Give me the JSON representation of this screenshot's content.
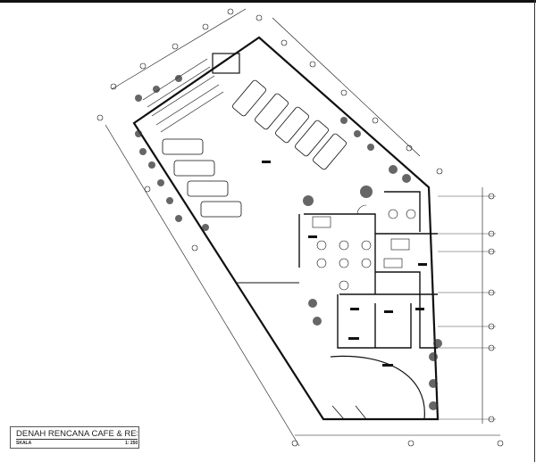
{
  "drawing": {
    "title": "DENAH RENCANA CAFE & RESTO D",
    "scale_label": "SKALA",
    "scale_value": "1: 250",
    "line_color": "#111111"
  }
}
